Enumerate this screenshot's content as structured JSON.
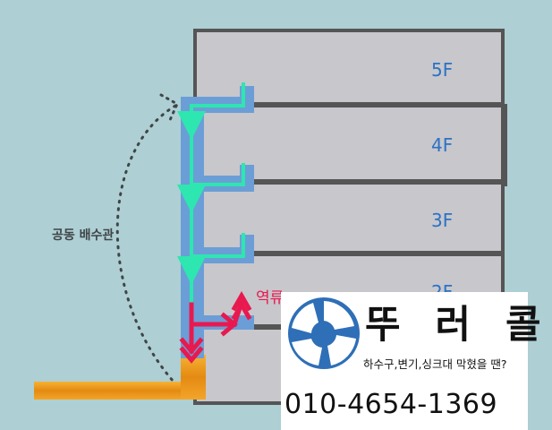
{
  "floors": [
    "5F",
    "4F",
    "3F",
    "2F"
  ],
  "pipe_label": "공동 배수관",
  "backflow_label": "역류",
  "ad": {
    "brand": "뚜 러 콜",
    "tagline": "하수구,변기,싱크대 막혔을 땐?",
    "phone": "010-4654-1369"
  },
  "colors": {
    "background": "#aecfd3",
    "building_fill": "#c8c7cc",
    "building_wall": "#555555",
    "pipe_blue": "#6b9ed6",
    "flow_arrow": "#2ee6b0",
    "backflow_arrow": "#e8194f",
    "clog": "#f29a16",
    "floor_text": "#2b72c4",
    "logo_blue": "#2e6fb7"
  }
}
